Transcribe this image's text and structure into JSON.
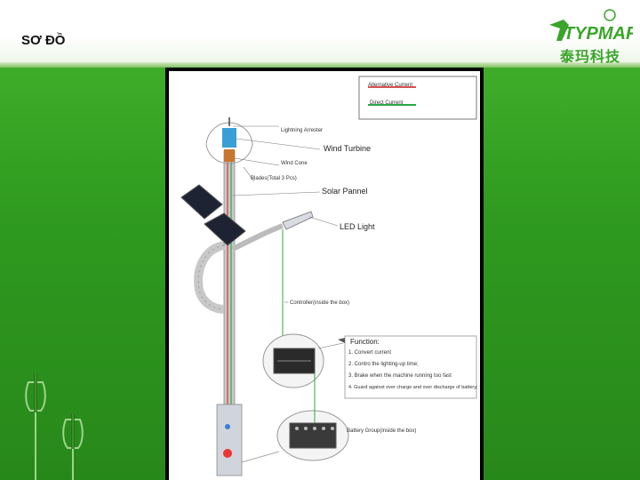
{
  "slide": {
    "title": "SƠ ĐỒ",
    "logo_text": "TYPMAR",
    "logo_cn": "泰玛科技"
  },
  "legend": {
    "ac": "Alternative Current",
    "dc": "Direct Current"
  },
  "labels": {
    "lightning": "Lightning Arrester",
    "wind_turbine": "Wind Turbine",
    "wind_cone": "Wind Cone",
    "blades": "Blades(Total 3 Pcs)",
    "solar": "Solar Pannel",
    "led": "LED Light",
    "controller": "Controller(inside the box)",
    "battery": "Battery Group(inside the box)"
  },
  "function": {
    "title": "Function:",
    "items": [
      "1. Convert current",
      "2. Contro the lighting-up time;",
      "3. Brake when the machine running too fast",
      "4. Guard against over charge and over discharge of battery;"
    ]
  },
  "colors": {
    "ac": "#d9534f",
    "dc": "#2aa84a",
    "background": "#2f9a1f"
  }
}
